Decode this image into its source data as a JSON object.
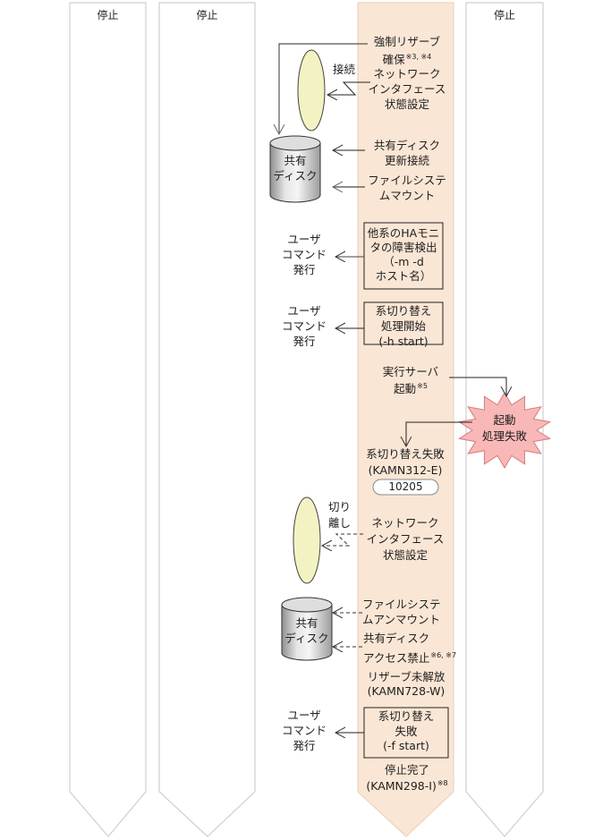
{
  "lanes": [
    {
      "header": "停止"
    },
    {
      "header": "停止"
    },
    {
      "header": ""
    },
    {
      "header": "停止"
    }
  ],
  "steps": {
    "forced_reserve": {
      "lines": [
        "強制リザーブ",
        "確保"
      ],
      "note": "※3, ※4"
    },
    "connect_label": {
      "lines": [
        "接続"
      ]
    },
    "network_set_connect": {
      "lines": [
        "ネットワーク",
        "インタフェース",
        "状態設定"
      ]
    },
    "shared_disk_update": {
      "lines": [
        "共有ディスク",
        "更新接続"
      ]
    },
    "fs_mount": {
      "lines": [
        "ファイルシステ",
        "ムマウント"
      ]
    },
    "ha_monitor_detect": {
      "lines": [
        "他系のHAモニ",
        "タの障害検出",
        "（-m -d",
        "ホスト名）"
      ]
    },
    "user_cmd_1": {
      "lines": [
        "ユーザ",
        "コマンド",
        "発行"
      ]
    },
    "switch_start": {
      "lines": [
        "系切り替え",
        "処理開始",
        "(-h start)"
      ]
    },
    "user_cmd_2": {
      "lines": [
        "ユーザ",
        "コマンド",
        "発行"
      ]
    },
    "exec_server_start": {
      "lines": [
        "実行サーバ",
        "起動"
      ],
      "note": "※5"
    },
    "start_failure": {
      "lines": [
        "起動",
        "処理失敗"
      ]
    },
    "switch_failed": {
      "lines": [
        "系切り替え失敗",
        "(KAMN312-E)"
      ],
      "code": "10205"
    },
    "disconnect_label": {
      "lines": [
        "切り",
        "離し"
      ]
    },
    "network_set_disconnect": {
      "lines": [
        "ネットワーク",
        "インタフェース",
        "状態設定"
      ]
    },
    "fs_unmount": {
      "lines": [
        "ファイルシステ",
        "ムアンマウント"
      ]
    },
    "shared_disk_block": {
      "lines": [
        "共有ディスク",
        "アクセス禁止"
      ],
      "note": "※6, ※7"
    },
    "reserve_unreleased": {
      "lines": [
        "リザーブ未解放",
        "(KAMN728-W)"
      ]
    },
    "user_cmd_3": {
      "lines": [
        "ユーザ",
        "コマンド",
        "発行"
      ]
    },
    "switch_fail_cmd": {
      "lines": [
        "系切り替え",
        "失敗",
        "(-f start)"
      ]
    },
    "stop_complete": {
      "lines": [
        "停止完了",
        "(KAMN298-I)"
      ],
      "note": "※8"
    }
  },
  "devices": {
    "shared_disk_top": {
      "lines": [
        "共有",
        "ディスク"
      ]
    },
    "shared_disk_bottom": {
      "lines": [
        "共有",
        "ディスク"
      ]
    }
  },
  "colors": {
    "lane_fill": "#ffffff",
    "lane_stroke": "#cfcfcf",
    "active_lane_fill": "#fae6d5",
    "active_lane_stroke": "#eed3bd",
    "network_fill": "#f3f2c2",
    "burst_fill": "#f9b8b8",
    "burst_stroke": "#d77a7a",
    "arrow": "#333333"
  }
}
